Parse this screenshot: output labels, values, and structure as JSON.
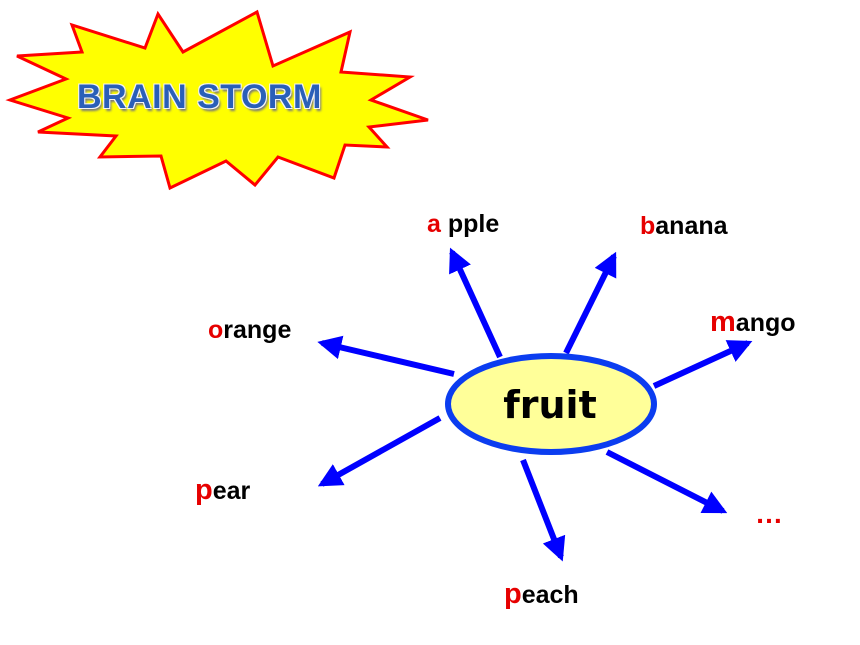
{
  "title": {
    "text": "BRAIN STORM"
  },
  "center": {
    "text": "fruit"
  },
  "words": [
    {
      "id": "apple",
      "initial": "a",
      "rest": " pple"
    },
    {
      "id": "banana",
      "initial": "b",
      "rest": "anana"
    },
    {
      "id": "mango",
      "initial": "m",
      "rest": "ango"
    },
    {
      "id": "orange",
      "initial": "o",
      "rest": "range"
    },
    {
      "id": "pear",
      "initial": "p",
      "rest": "ear"
    },
    {
      "id": "peach",
      "initial": "p",
      "rest": "each"
    }
  ],
  "more": {
    "text": "…"
  },
  "colors": {
    "arrow": "#0000ff",
    "initial": "#e60000",
    "ellipse_fill": "#ffff99",
    "ellipse_stroke": "#0b3df0",
    "burst_fill": "#ffff00",
    "burst_stroke": "#ff0000",
    "title": "#2a5fb8"
  }
}
